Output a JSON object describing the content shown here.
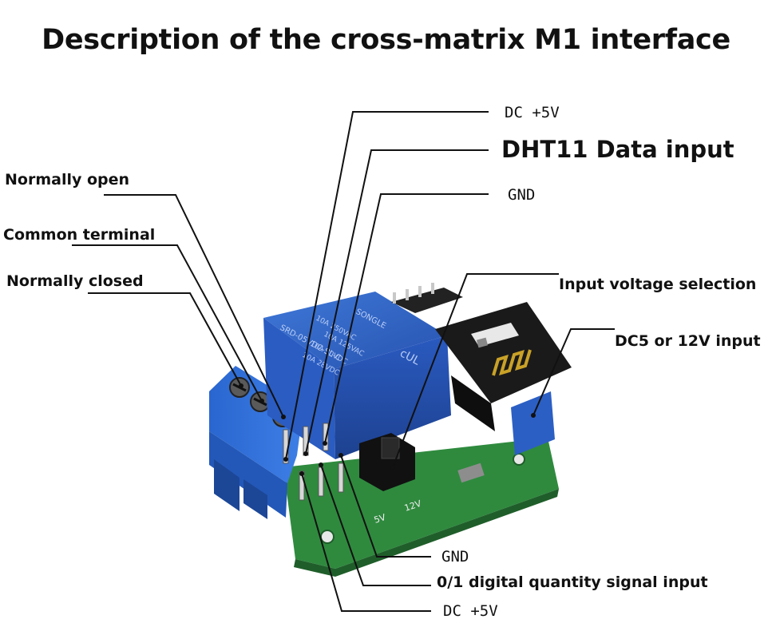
{
  "title": "Description of the cross-matrix M1 interface",
  "labels": {
    "normally_open": "Normally open",
    "common_terminal": "Common terminal",
    "normally_closed": "Normally closed",
    "dc5v_top": "DC +5V",
    "dht11_data": "DHT11 Data input",
    "gnd_top": "GND",
    "input_voltage_selection": "Input voltage selection",
    "dc5_12v_input": "DC5 or 12V input",
    "gnd_bottom": "GND",
    "digital_signal_input": "0/1 digital quantity signal input",
    "dc5v_bottom": "DC +5V"
  },
  "board_markings": {
    "relay_brand": "SONGLE",
    "relay_model": "SRD-05VDC-SL-C",
    "relay_rating_1": "10A 250VAC",
    "relay_rating_2": "10A 125VAC",
    "relay_rating_3": "10A 30VDC",
    "relay_rating_4": "10A 28VDC",
    "jumper_5v": "5V",
    "jumper_12v": "12V"
  },
  "colors": {
    "terminal_blue": "#2f6fd6",
    "relay_blue": "#2c5fc4",
    "pcb_green": "#2f8a3e",
    "module_black": "#1a1a1a",
    "antenna_gold": "#c9a227",
    "leader_line": "#111111"
  }
}
